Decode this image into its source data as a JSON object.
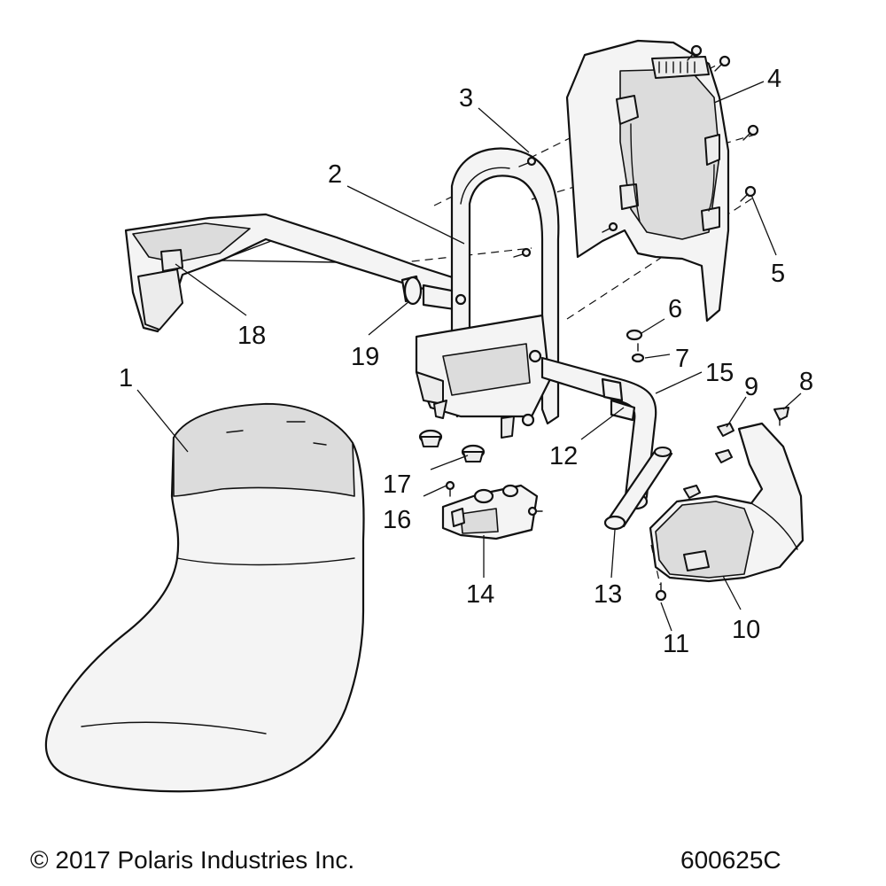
{
  "callouts": [
    {
      "id": "1",
      "label": "1"
    },
    {
      "id": "2",
      "label": "2"
    },
    {
      "id": "3",
      "label": "3"
    },
    {
      "id": "4",
      "label": "4"
    },
    {
      "id": "5",
      "label": "5"
    },
    {
      "id": "6",
      "label": "6"
    },
    {
      "id": "7",
      "label": "7"
    },
    {
      "id": "8",
      "label": "8"
    },
    {
      "id": "9",
      "label": "9"
    },
    {
      "id": "10",
      "label": "10"
    },
    {
      "id": "11",
      "label": "11"
    },
    {
      "id": "12",
      "label": "12"
    },
    {
      "id": "13",
      "label": "13"
    },
    {
      "id": "14",
      "label": "14"
    },
    {
      "id": "15",
      "label": "15"
    },
    {
      "id": "16",
      "label": "16"
    },
    {
      "id": "17",
      "label": "17"
    },
    {
      "id": "18",
      "label": "18"
    },
    {
      "id": "19",
      "label": "19"
    }
  ],
  "footer": {
    "copyright": "© 2017 Polaris Industries Inc.",
    "drawing_number": "600625C"
  }
}
